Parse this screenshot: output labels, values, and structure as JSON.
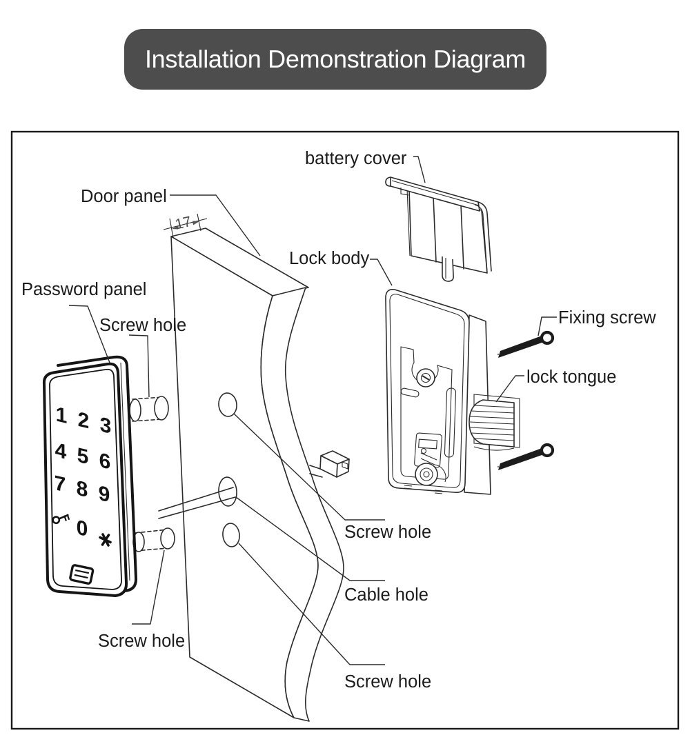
{
  "title_banner": {
    "text": "Installation Demonstration Diagram"
  },
  "diagram": {
    "labels": {
      "battery_cover": "battery cover",
      "door_panel": "Door panel",
      "lock_body": "Lock body",
      "password_panel": "Password panel",
      "screw_hole_upper_left": "Screw hole",
      "fixing_screw": "Fixing screw",
      "lock_tongue": "lock tongue",
      "screw_hole_right": "Screw hole",
      "cable_hole": "Cable hole",
      "screw_hole_bottom_right": "Screw hole",
      "screw_hole_bottom_left": "Screw hole"
    },
    "dimension_label": "17",
    "keypad": {
      "digits": [
        "1",
        "2",
        "3",
        "4",
        "5",
        "6",
        "7",
        "8",
        "9",
        "0"
      ],
      "icons": [
        "key-icon",
        "asterisk-icon"
      ]
    }
  },
  "colors": {
    "banner_background": "#4d4d4d",
    "banner_text": "#ffffff",
    "line_color": "#2b2b2b",
    "label_text": "#1b1b1b",
    "screw_fill": "#1c1c1c"
  }
}
